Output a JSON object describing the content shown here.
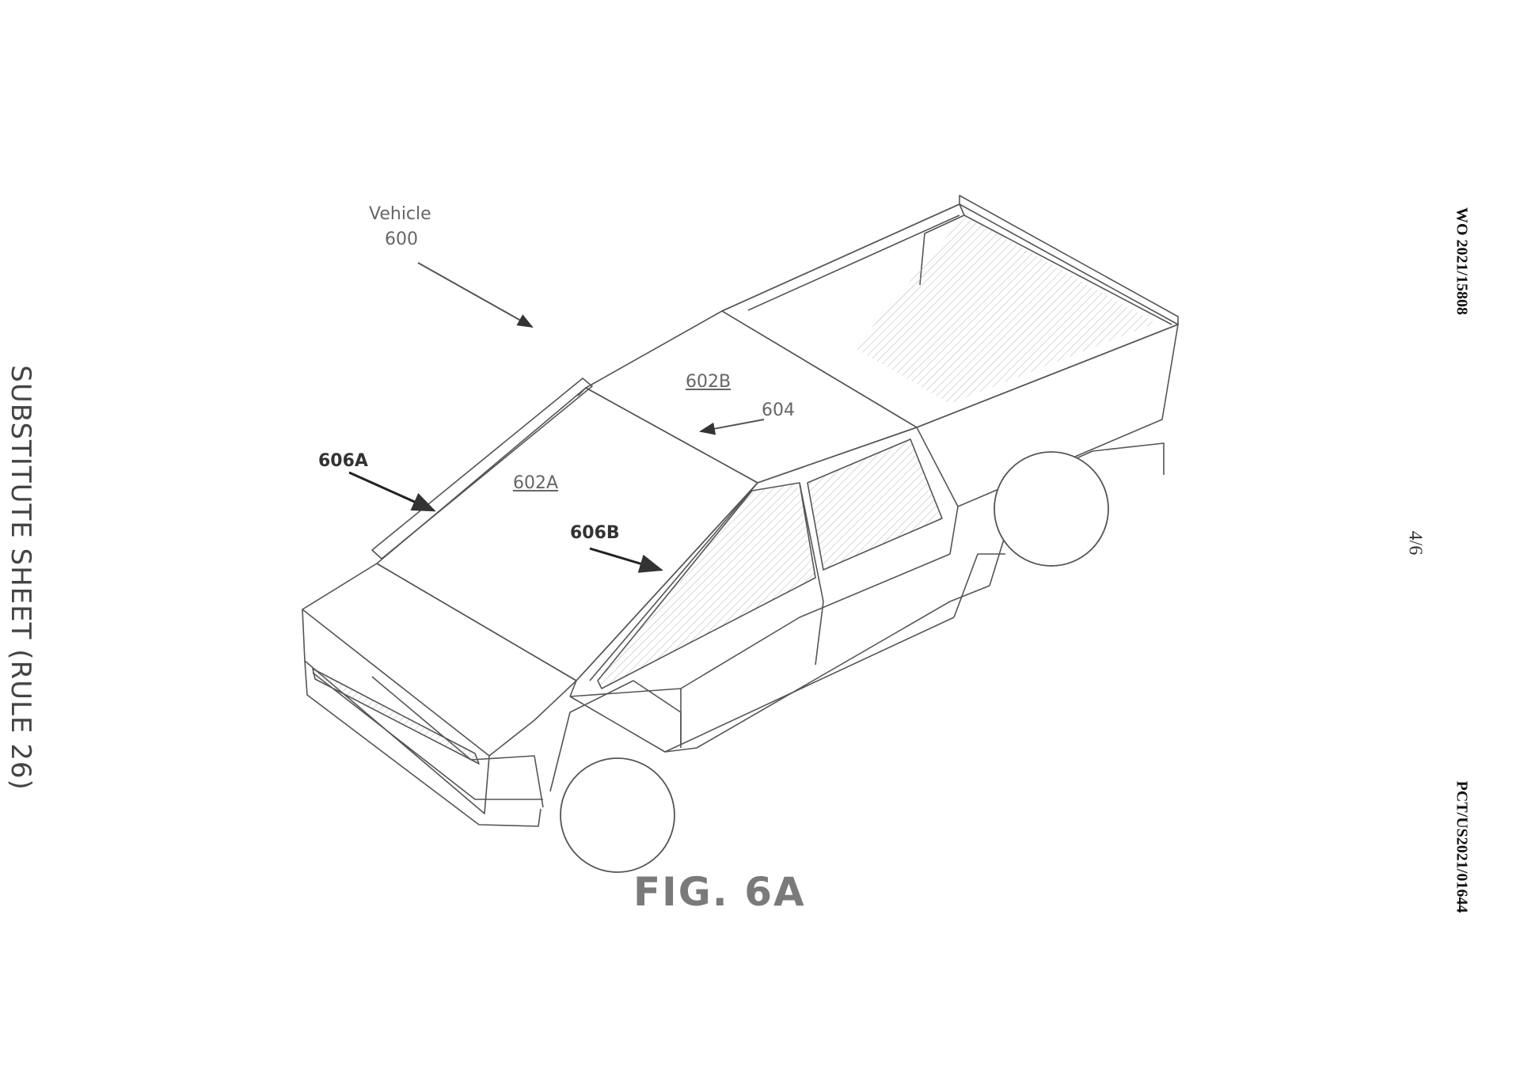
{
  "margin": {
    "left": "SUBSTITUTE SHEET (RULE 26)",
    "right_top": "WO 2021/15808",
    "right_bottom": "PCT/US2021/01644",
    "sheet": "4/6"
  },
  "figure": {
    "title": "FIG. 6A",
    "labels": {
      "vehicle_word": "Vehicle",
      "vehicle_ref": "600",
      "ref_602a": "602A",
      "ref_602b": "602B",
      "ref_604": "604",
      "ref_606a": "606A",
      "ref_606b": "606B"
    }
  },
  "colors": {
    "line": "#555555",
    "hatch": "#9a9a9a",
    "text": "#666666"
  }
}
